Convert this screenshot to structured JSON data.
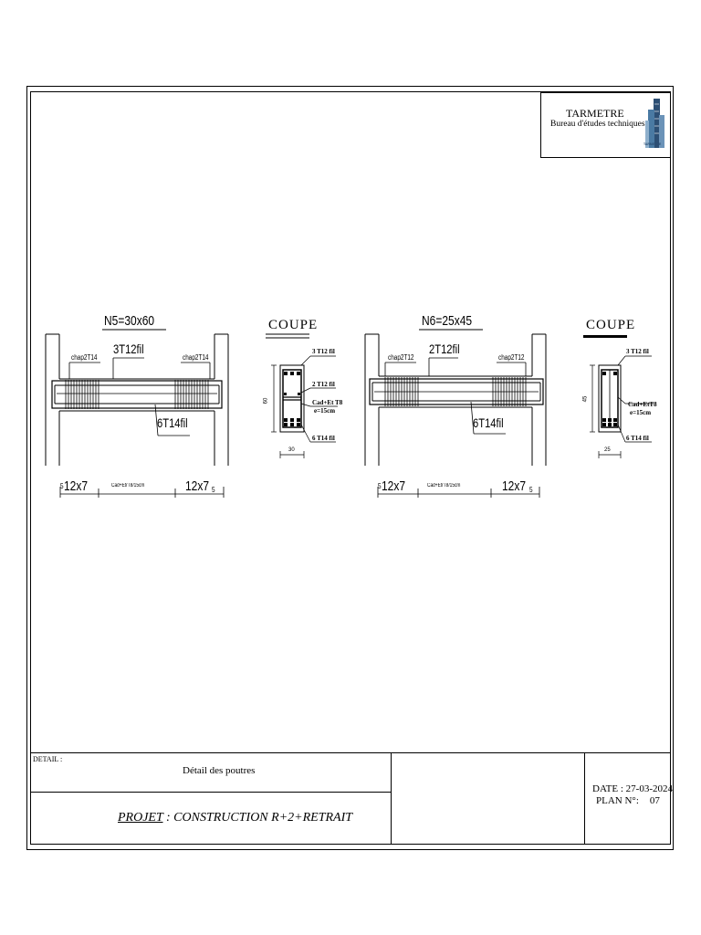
{
  "logo": {
    "title": "TARMETRE",
    "subtitle": "Bureau d'études techniques",
    "badge": "TARMETRE"
  },
  "beam1": {
    "title": "N5=30x60",
    "top_bars": "3T12fil",
    "chap_left": "chap2T14",
    "chap_right": "chap2T14",
    "bottom_bars": "6T14fil",
    "stirrups_left": "12x7",
    "stirrups_mid": "Cad+EtrT8/15cm",
    "stirrups_right": "12x7",
    "left_edge": "5",
    "right_edge": "5"
  },
  "section1": {
    "title": "COUPE",
    "top": "3 T12 fil",
    "mid": "2 T12 fil",
    "stirrup": "Cad+Et T8",
    "spacing": "e=15cm",
    "bottom": "6 T14 fil",
    "height": "60",
    "width": "30"
  },
  "beam2": {
    "title": "N6=25x45",
    "top_bars": "2T12fil",
    "chap_left": "chap2T12",
    "chap_right": "chap2T12",
    "bottom_bars": "6T14fil",
    "stirrups_left": "12x7",
    "stirrups_mid": "Cad+EtrT8/15cm",
    "stirrups_right": "12x7",
    "left_edge": "5",
    "right_edge": "5"
  },
  "section2": {
    "title": "COUPE",
    "top": "3 T12 fil",
    "stirrup": "Cad+EtT8",
    "spacing": "e=15cm",
    "bottom": "6 T14 fil",
    "height": "45",
    "width": "25"
  },
  "titleblock": {
    "detail_label": "DETAIL :",
    "detail_value": "Détail des poutres",
    "project_label": "PROJET",
    "project_value": " : CONSTRUCTION R+2+RETRAIT",
    "date": "DATE : 27-03-2024",
    "plan_label": "PLAN N°:",
    "plan_number": "07"
  }
}
